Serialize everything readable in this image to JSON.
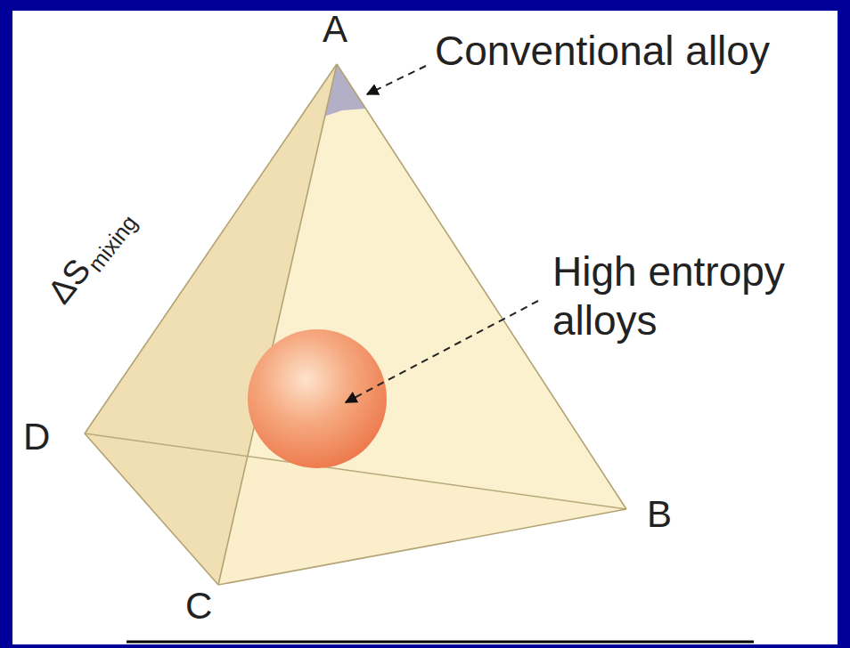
{
  "diagram": {
    "labels": [
      "A",
      "Conventional alloy",
      "ΔS",
      "mixing",
      "High entropy alloys",
      "D",
      "B",
      "C"
    ]
  }
}
